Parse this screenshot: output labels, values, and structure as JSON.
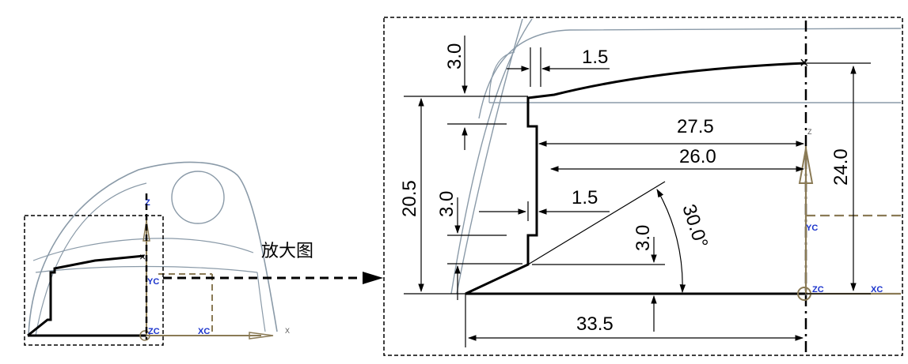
{
  "callout_label": "放大图",
  "dimensions": {
    "top_gap": "3.0",
    "top_step": "1.5",
    "length_long": "27.5",
    "length_short": "26.0",
    "height_total": "20.5",
    "mid_gap": "3.0",
    "mid_step": "1.5",
    "chamfer_height": "3.0",
    "angle": "30.0°",
    "height_right": "24.0",
    "base_length": "33.5"
  },
  "axes": {
    "small_z": "Z",
    "small_yc": "YC",
    "small_zc": "ZC",
    "small_xc": "XC",
    "small_x": "X",
    "big_z": "Z",
    "big_yc": "YC",
    "big_zc": "ZC",
    "big_xc": "XC"
  },
  "colors": {
    "axis": "#8a7a55",
    "outline": "#8a9aa8",
    "profile": "#000000",
    "cs_label": "#1a33cc"
  }
}
